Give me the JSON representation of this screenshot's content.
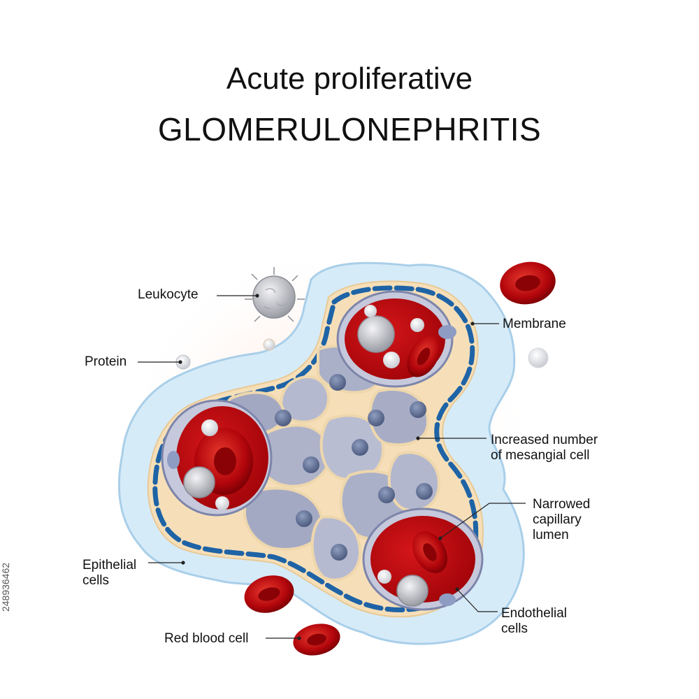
{
  "title": {
    "line1": "Acute proliferative",
    "line2": "GLOMERULONEPHRITIS"
  },
  "labels": {
    "leukocyte": "Leukocyte",
    "protein": "Protein",
    "membrane": "Membrane",
    "mesangial_line1": "Increased number",
    "mesangial_line2": "of mesangial cell",
    "lumen_line1": "Narrowed",
    "lumen_line2": "capillary",
    "lumen_line3": "lumen",
    "epithelial_line1": "Epithelial",
    "epithelial_line2": "cells",
    "endothelial_line1": "Endothelial",
    "endothelial_line2": "cells",
    "rbc": "Red blood cell"
  },
  "stock_id": "248936462",
  "colors": {
    "membrane_dash": "#1e63a6",
    "blood": "#b3060c",
    "mesangial": "#a9adc6",
    "basement": "#f6dfb8",
    "epithelium": "#cfe6f7"
  }
}
